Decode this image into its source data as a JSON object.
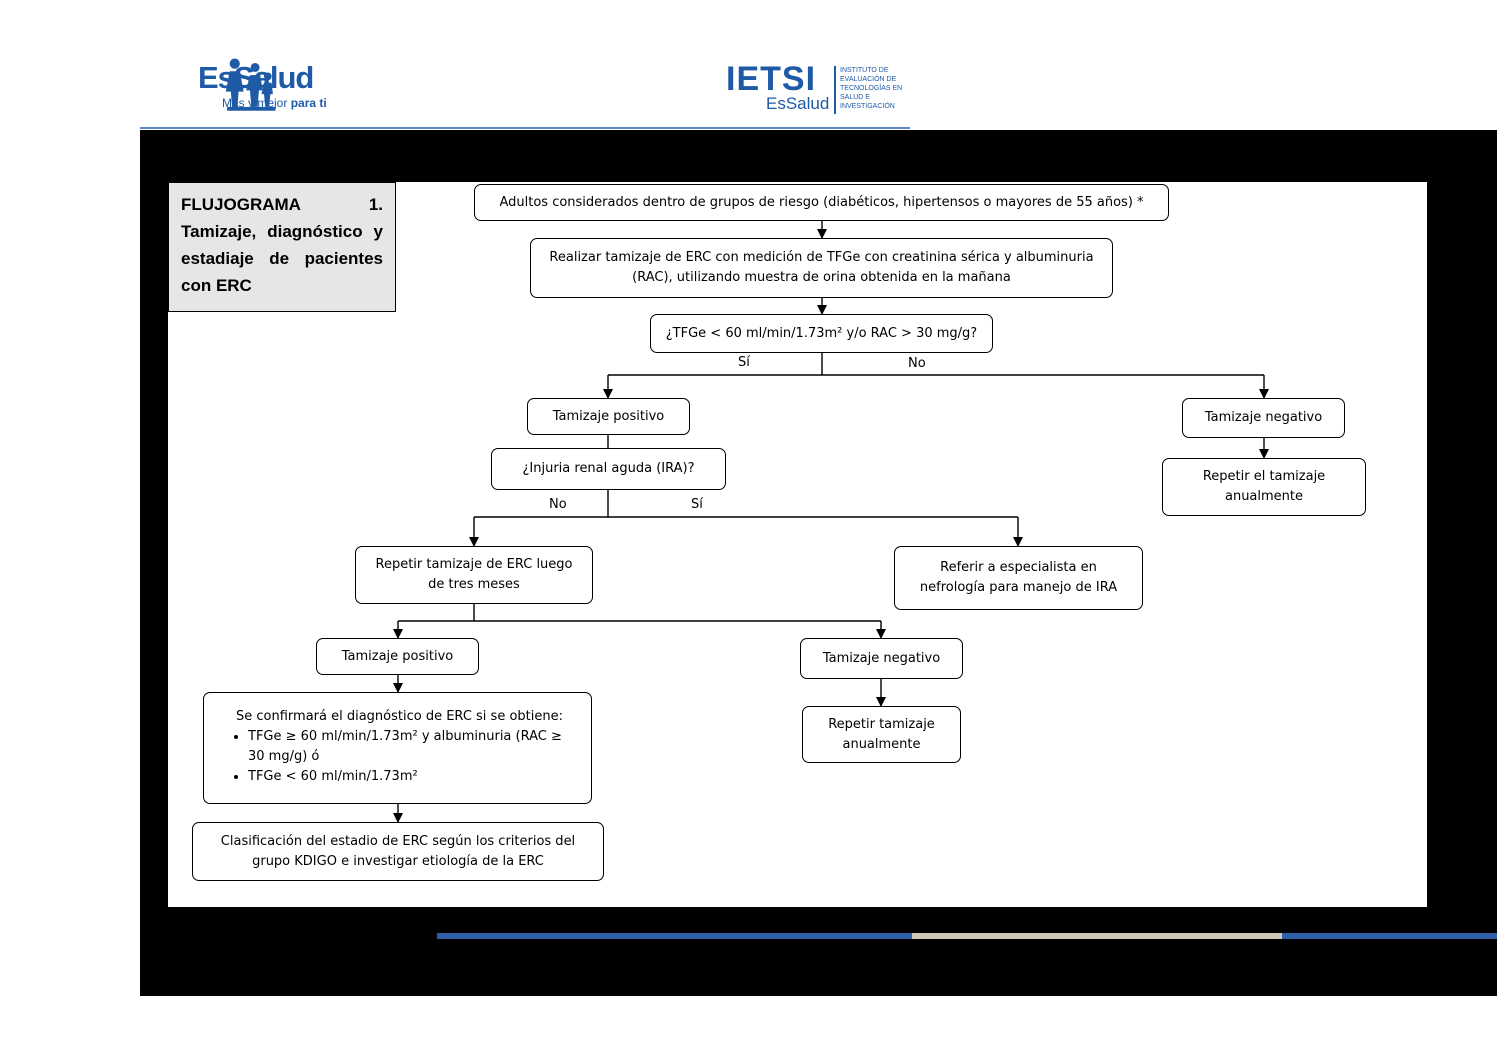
{
  "header": {
    "essalud_name": "EsSalud",
    "essalud_tagline_plain": "Más y mejor ",
    "essalud_tagline_bold": "para ti",
    "ietsi_name": "IETSI",
    "ietsi_sub": "EsSalud",
    "ietsi_small": "INSTITUTO DE EVALUACIÓN DE TECNOLOGÍAS EN SALUD E INVESTIGACIÓN"
  },
  "title": {
    "line1_left": "FLUJOGRAMA",
    "line1_right": "1.",
    "body": "Tamizaje, diagnóstico y estadiaje de pacientes con ERC"
  },
  "nodes": {
    "adults": "Adultos considerados dentro de grupos de riesgo (diabéticos, hipertensos o mayores de 55 años) *",
    "screen": "Realizar tamizaje de ERC con medición de TFGe con creatinina sérica y albuminuria (RAC), utilizando muestra de orina obtenida en la mañana",
    "question1": "¿TFGe < 60 ml/min/1.73m² y/o RAC > 30 mg/g?",
    "positive1": "Tamizaje positivo",
    "negative1": "Tamizaje negativo",
    "repeat_annual1": "Repetir el tamizaje anualmente",
    "question2": "¿Injuria renal aguda (IRA)?",
    "repeat3m": "Repetir tamizaje de ERC luego de tres meses",
    "refer": "Referir a especialista en nefrología para manejo de IRA",
    "positive2": "Tamizaje positivo",
    "negative2": "Tamizaje negativo",
    "repeat_annual2": "Repetir tamizaje anualmente",
    "confirm_intro": "Se confirmará el diagnóstico de ERC si se obtiene:",
    "confirm_items": [
      "TFGe ≥ 60 ml/min/1.73m² y albuminuria (RAC ≥ 30 mg/g) ó",
      "TFGe < 60 ml/min/1.73m²"
    ],
    "classify": "Clasificación del estadio de ERC según los criterios del grupo KDIGO e investigar etiología de la ERC"
  },
  "edge_labels": {
    "q1_yes": "Sí",
    "q1_no": "No",
    "q2_no": "No",
    "q2_yes": "Sí"
  },
  "colors": {
    "brand_blue": "#1f5aa6",
    "title_fill": "#e6e6e6"
  }
}
